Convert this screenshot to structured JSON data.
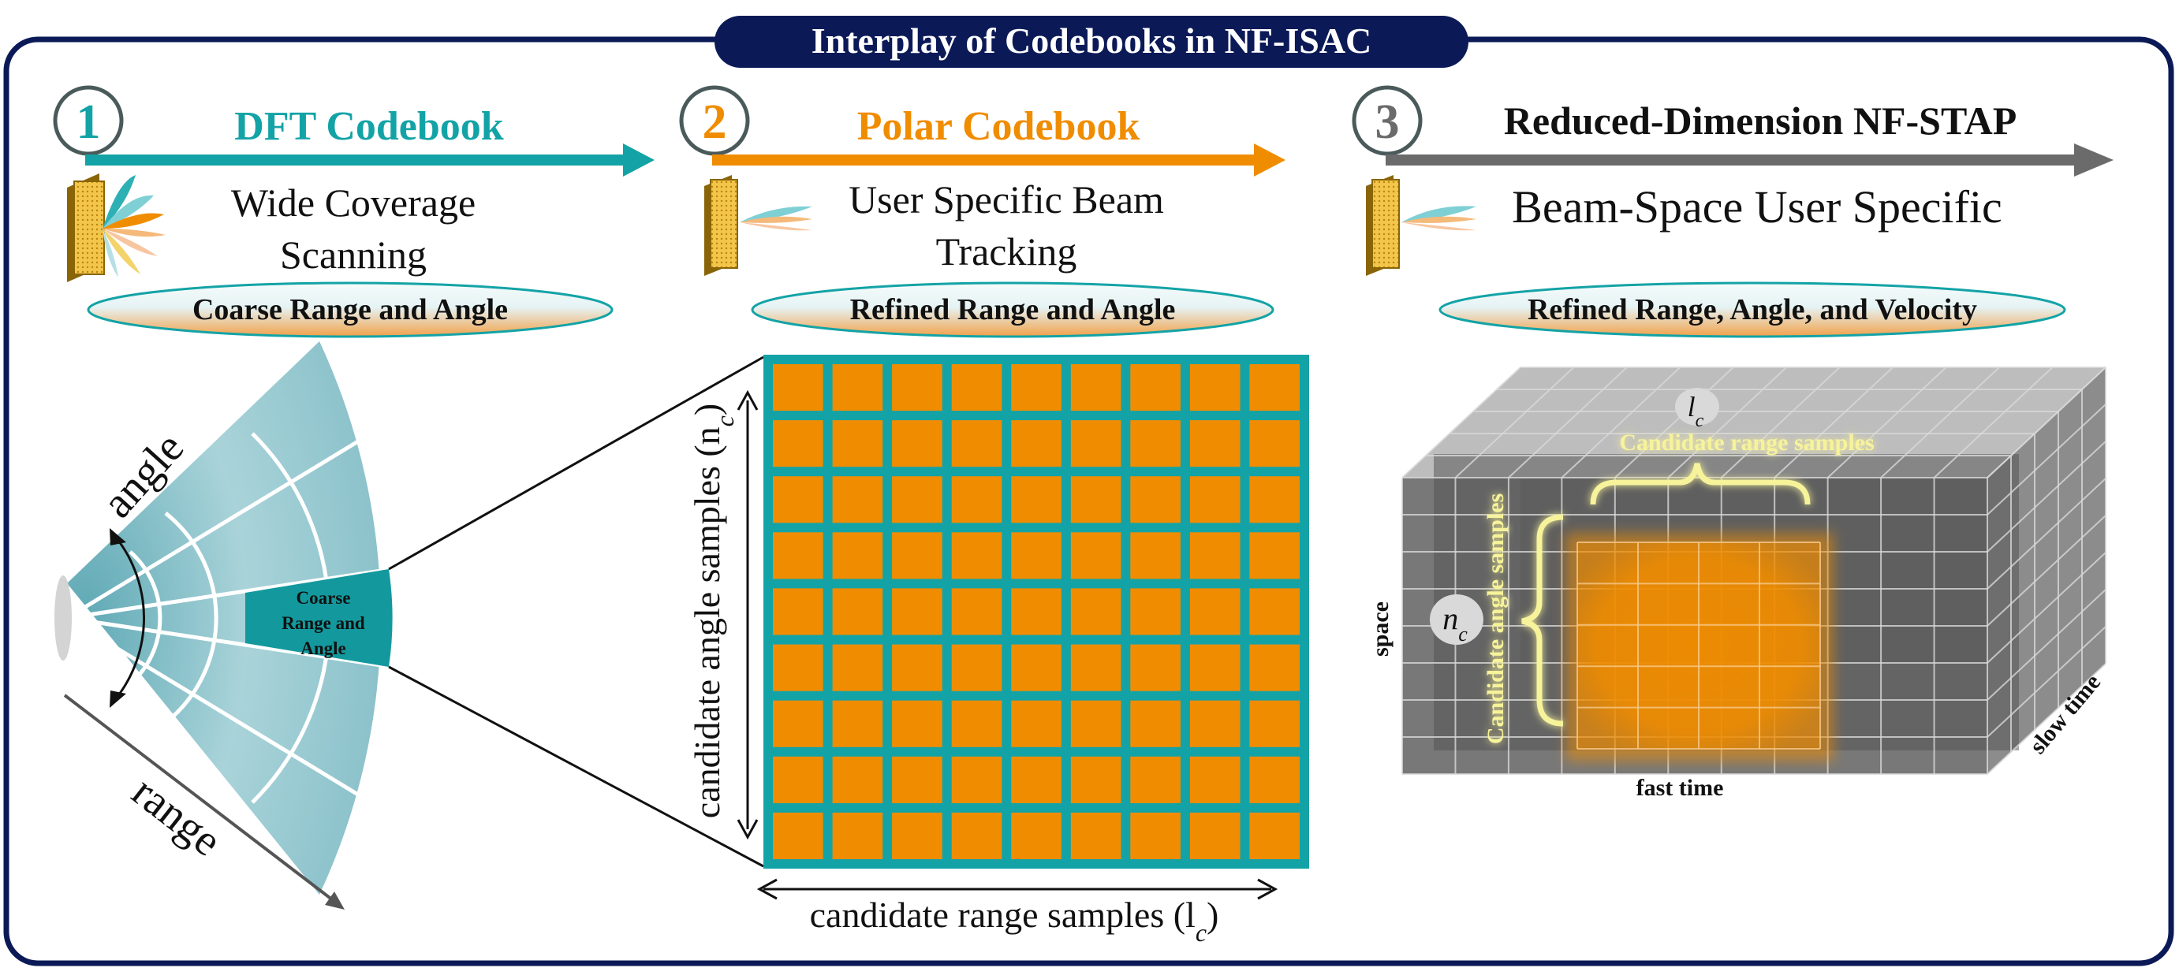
{
  "title": "Interplay of Codebooks in NF-ISAC",
  "colors": {
    "navy": "#0b1a57",
    "teal": "#13a3a6",
    "orange": "#f08c00",
    "gray_arrow": "#6b6b6b",
    "sector_fill": "#8ec5cd",
    "cell_orange": "#f08c00"
  },
  "steps": [
    {
      "number": "1",
      "title": "DFT Codebook",
      "desc_line1": "Wide Coverage",
      "desc_line2": "Scanning",
      "pill": "Coarse Range and Angle",
      "icon": "antenna-wide-beams-icon"
    },
    {
      "number": "2",
      "title": "Polar Codebook",
      "desc_line1": "User Specific Beam",
      "desc_line2": "Tracking",
      "pill": "Refined Range and Angle",
      "icon": "antenna-narrow-beams-icon"
    },
    {
      "number": "3",
      "title": "Reduced-Dimension NF-STAP",
      "desc_line1": "Beam-Space User Specific",
      "pill": "Refined Range, Angle, and Velocity",
      "icon": "antenna-narrow-beams-icon"
    }
  ],
  "panel1": {
    "angle_label": "angle",
    "range_label": "range",
    "cell_line1": "Coarse",
    "cell_line2": "Range and",
    "cell_line3": "Angle"
  },
  "panel2": {
    "y_label": "candidate angle samples (n",
    "y_label_sub": "c",
    "x_label": "candidate range samples (l",
    "x_label_sub": "c",
    "grid_rows": 9,
    "grid_cols": 9
  },
  "panel3": {
    "lc_main": "l",
    "lc_sub": "c",
    "nc_main": "n",
    "nc_sub": "c",
    "candidate_range": "Candidate range samples",
    "candidate_angle": "Candidate angle samples",
    "axis_space": "space",
    "axis_fast": "fast time",
    "axis_slow": "slow time"
  }
}
